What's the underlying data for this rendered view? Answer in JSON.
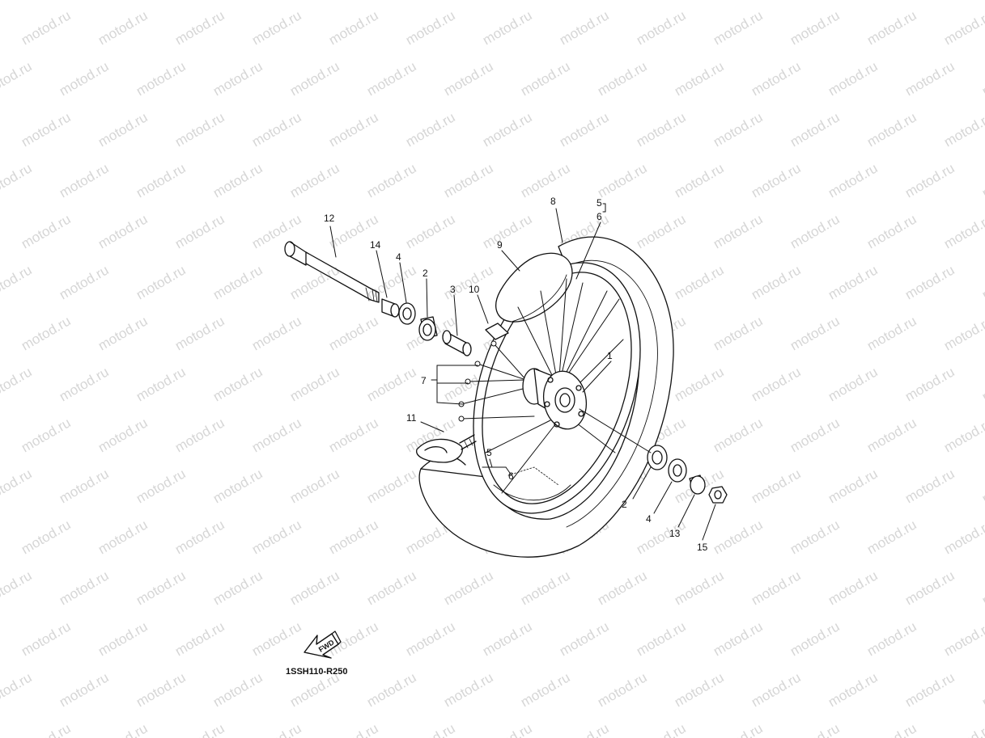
{
  "watermark": {
    "text": "motod.ru"
  },
  "diagram_code": "1SSH110-R250",
  "fwd_label": "FWD",
  "callouts": {
    "c1": "1",
    "c2a": "2",
    "c2b": "2",
    "c3": "3",
    "c4a": "4",
    "c4b": "4",
    "c5a": "5",
    "c5b": "5",
    "c6a": "6",
    "c6b": "6",
    "c7": "7",
    "c8": "8",
    "c9": "9",
    "c10": "10",
    "c11": "11",
    "c12": "12",
    "c13": "13",
    "c14": "14",
    "c15": "15"
  }
}
